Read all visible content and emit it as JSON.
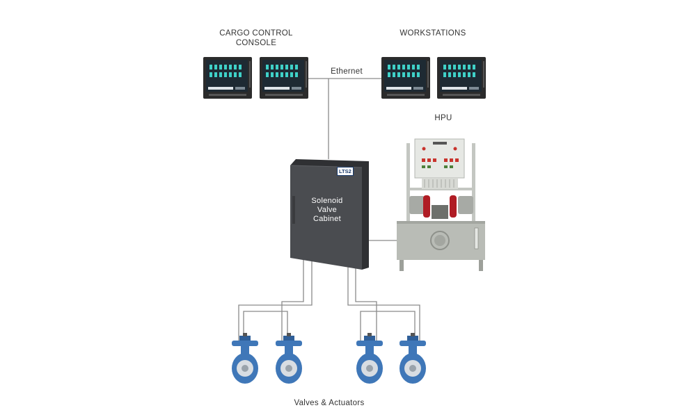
{
  "labels": {
    "cargo_console_line1": "CARGO CONTROL",
    "cargo_console_line2": "CONSOLE",
    "workstations": "WORKSTATIONS",
    "ethernet": "Ethernet",
    "hpu": "HPU",
    "cabinet_line1": "Solenoid",
    "cabinet_line2": "Valve",
    "cabinet_line3": "Cabinet",
    "cabinet_badge": "LTS2",
    "valves": "Valves & Actuators"
  },
  "colors": {
    "cabinet": "#4a4c50",
    "cabinet_dark": "#2f3033",
    "line": "#8a8a8a",
    "valve_blue": "#3f77b8",
    "monitor_bezel": "#2b2b2b",
    "screen": "#1e2a33",
    "screen_key": "#3fd1c8",
    "hpu_tank": "#b9bcb6",
    "accumulator_red": "#b01c24"
  }
}
